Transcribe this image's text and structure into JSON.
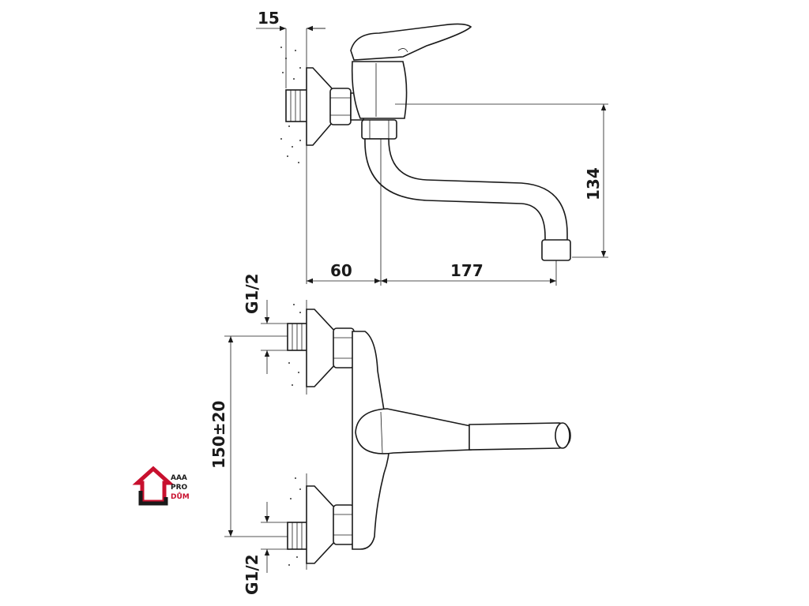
{
  "dimensions": {
    "wall_offset": "15",
    "projection_to_body": "60",
    "spout_reach": "177",
    "spout_height": "134",
    "inlet_thread_top": "G1/2",
    "inlet_thread_bottom": "G1/2",
    "inlet_spacing": "150±20"
  },
  "logo": {
    "line1": "AAA",
    "line2": "PRO",
    "line3": "DŮM"
  },
  "colors": {
    "line": "#1a1a1a",
    "logo_red": "#c8102e",
    "logo_black": "#1a1a1a"
  }
}
